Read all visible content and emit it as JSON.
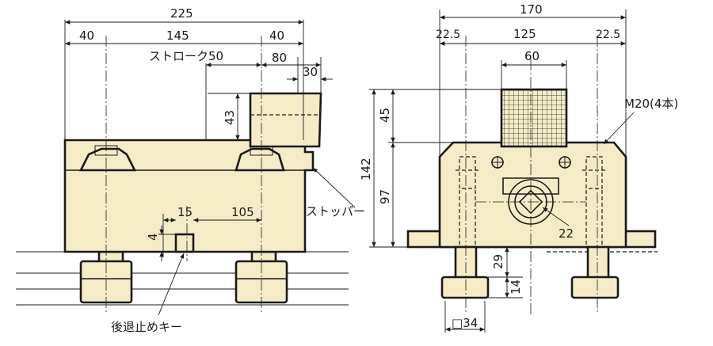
{
  "colors": {
    "body_fill": "#f5ecc7",
    "line": "#1a1a1a",
    "background": "#ffffff"
  },
  "side_view": {
    "dim_overall": "225",
    "dim_left": "40",
    "dim_middle": "145",
    "dim_right": "40",
    "stroke_label": "ストローク50",
    "dim_80": "80",
    "dim_30": "30",
    "dim_43": "43",
    "dim_15": "15",
    "dim_105": "105",
    "dim_4": "4",
    "stopper_label": "ストッパー",
    "reverse_key_label": "後退止めキー"
  },
  "front_view": {
    "dim_overall": "170",
    "dim_left": "22.5",
    "dim_middle": "125",
    "dim_right": "22.5",
    "dim_60": "60",
    "bolt_label": "M20(4本)",
    "dim_45": "45",
    "dim_142": "142",
    "dim_97": "97",
    "dim_22": "22",
    "dim_29": "29",
    "dim_14": "14",
    "dim_34": "□34"
  }
}
